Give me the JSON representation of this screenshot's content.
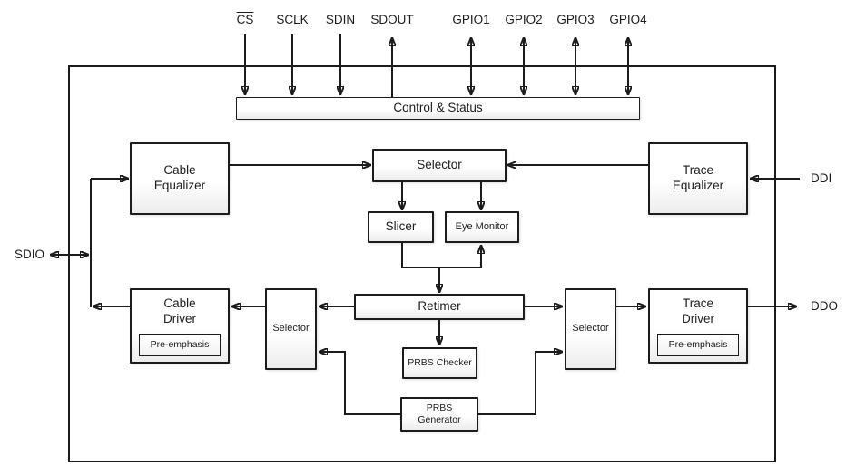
{
  "diagram": {
    "pins_top": [
      {
        "label": "CS",
        "overline": true,
        "direction": "in"
      },
      {
        "label": "SCLK",
        "direction": "in"
      },
      {
        "label": "SDIN",
        "direction": "in"
      },
      {
        "label": "SDOUT",
        "direction": "out"
      },
      {
        "label": "GPIO1",
        "direction": "bidirectional"
      },
      {
        "label": "GPIO2",
        "direction": "bidirectional"
      },
      {
        "label": "GPIO3",
        "direction": "bidirectional"
      },
      {
        "label": "GPIO4",
        "direction": "bidirectional"
      }
    ],
    "pins_left": [
      {
        "label": "SDIO",
        "direction": "bidirectional"
      }
    ],
    "pins_right": [
      {
        "label": "DDI",
        "direction": "in"
      },
      {
        "label": "DDO",
        "direction": "out"
      }
    ],
    "blocks": {
      "control_status": "Control & Status",
      "cable_equalizer": "Cable\nEqualizer",
      "selector_top": "Selector",
      "trace_equalizer": "Trace\nEqualizer",
      "slicer": "Slicer",
      "eye_monitor": "Eye Monitor",
      "retimer": "Retimer",
      "selector_left": "Selector",
      "selector_right": "Selector",
      "cable_driver": "Cable\nDriver",
      "cable_driver_sub": "Pre-emphasis",
      "trace_driver": "Trace\nDriver",
      "trace_driver_sub": "Pre-emphasis",
      "prbs_checker": "PRBS Checker",
      "prbs_generator": "PRBS\nGenerator"
    },
    "colors": {
      "line": "#1c1c1c",
      "box_fill_top": "#ffffff",
      "box_fill_bottom": "#ececec"
    }
  }
}
